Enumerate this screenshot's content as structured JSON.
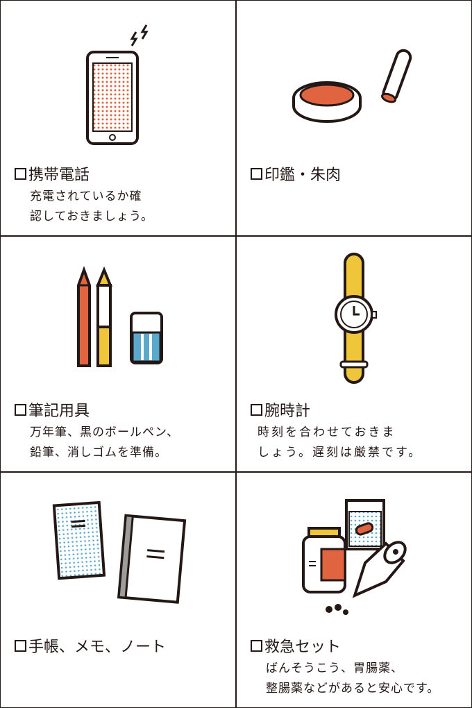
{
  "items": [
    {
      "title": "携帯電話",
      "desc": "充電されているか確\n認しておきましょう。",
      "icon": "smartphone-icon"
    },
    {
      "title": "印鑑・朱肉",
      "desc": "",
      "icon": "stamp-and-ink-pad-icon"
    },
    {
      "title": "筆記用具",
      "desc": "万年筆、黒のボールペン、\n鉛筆、消しゴムを準備。",
      "icon": "pens-and-eraser-icon"
    },
    {
      "title": "腕時計",
      "desc": "時刻を合わせておきま\nしょう。遅刻は厳禁です。",
      "icon": "wristwatch-icon"
    },
    {
      "title": "手帳、メモ、ノート",
      "desc": "",
      "icon": "notebooks-icon"
    },
    {
      "title": "救急セット",
      "desc": "ばんそうこう、胃腸薬、\n整腸薬などがあると安心です。",
      "icon": "first-aid-kit-icon"
    }
  ],
  "colors": {
    "orange": "#e0643f",
    "yellow": "#efc63a",
    "blue": "#5aa9cc",
    "line": "#231815"
  }
}
